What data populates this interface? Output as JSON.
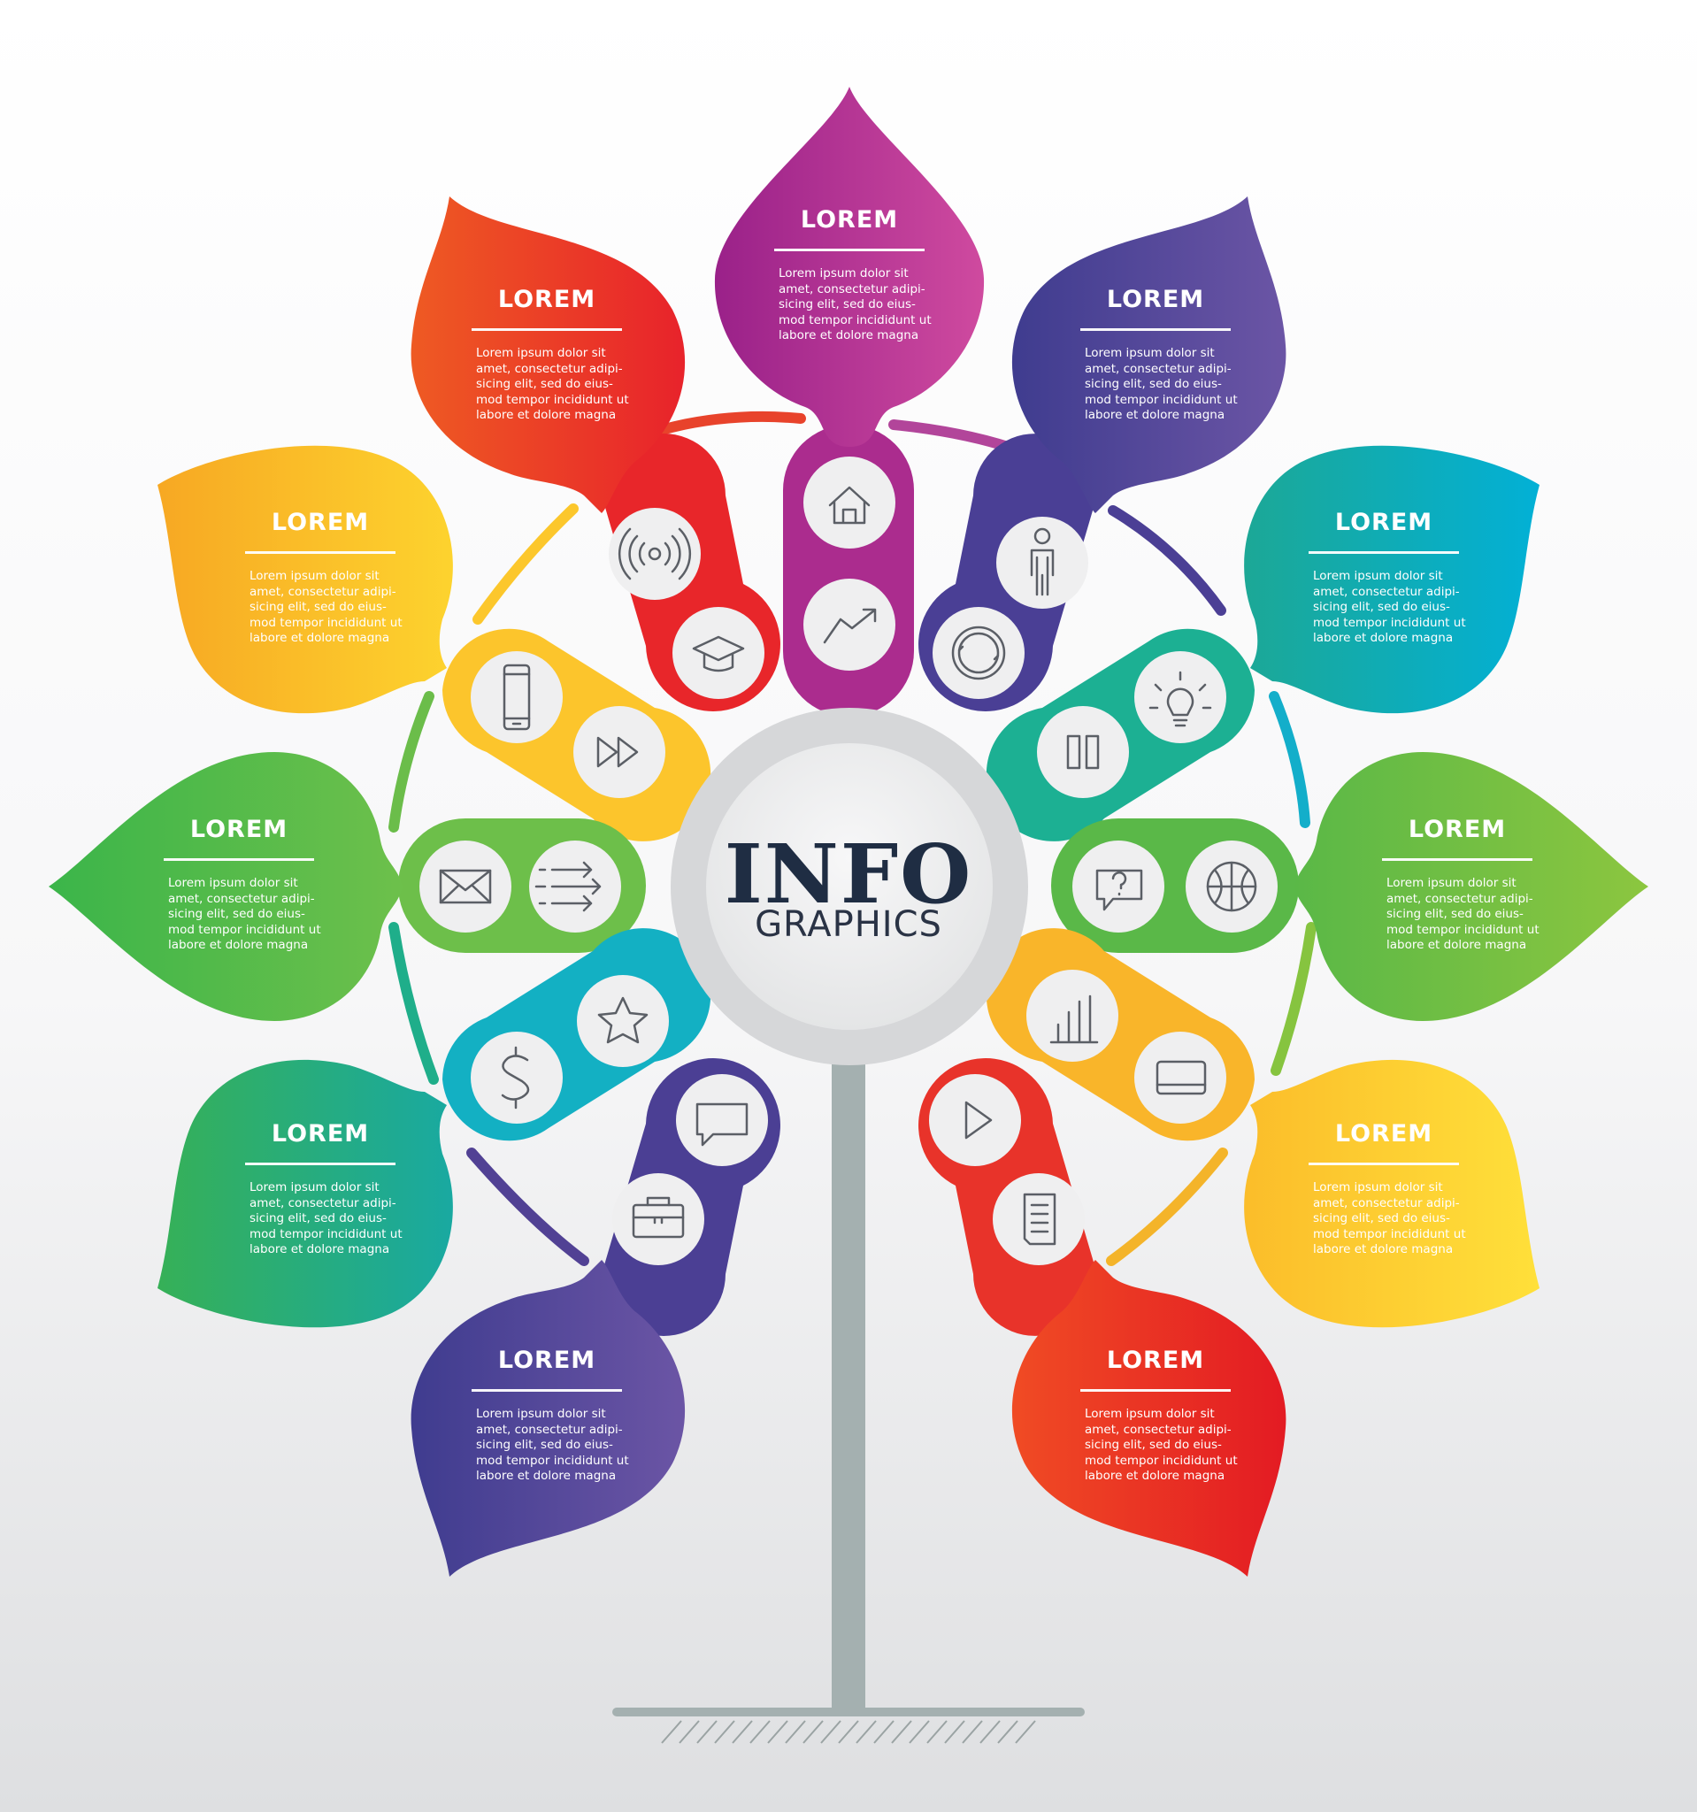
{
  "center": {
    "title": "INFO",
    "subtitle": "GRAPHICS"
  },
  "leaves": [
    {
      "id": "top-center",
      "title": "LOREM",
      "lines": [
        "Lorem ipsum dolor sit",
        "amet, consectetur adipi-",
        "sicing elit, sed do eius-",
        "mod tempor incididunt ut",
        "labore et dolore magna"
      ],
      "color_from": "#9a2189",
      "color_to": "#cf4a9f"
    },
    {
      "id": "upper-left",
      "title": "LOREM",
      "lines": [
        "Lorem ipsum dolor sit",
        "amet, consectetur adipi-",
        "sicing elit, sed do eius-",
        "mod tempor incididunt ut",
        "labore et dolore magna"
      ],
      "color_from": "#ee5a23",
      "color_to": "#e8232b"
    },
    {
      "id": "upper-right",
      "title": "LOREM",
      "lines": [
        "Lorem ipsum dolor sit",
        "amet, consectetur adipi-",
        "sicing elit, sed do eius-",
        "mod tempor incididunt ut",
        "labore et dolore magna"
      ],
      "color_from": "#3f3c8f",
      "color_to": "#6b55a5"
    },
    {
      "id": "mid-left",
      "title": "LOREM",
      "lines": [
        "Lorem ipsum dolor sit",
        "amet, consectetur adipi-",
        "sicing elit, sed do eius-",
        "mod tempor incididunt ut",
        "labore et dolore magna"
      ],
      "color_from": "#f7a823",
      "color_to": "#fdd32e"
    },
    {
      "id": "mid-right",
      "title": "LOREM",
      "lines": [
        "Lorem ipsum dolor sit",
        "amet, consectetur adipi-",
        "sicing elit, sed do eius-",
        "mod tempor incididunt ut",
        "labore et dolore magna"
      ],
      "color_from": "#1ca896",
      "color_to": "#02b0d6"
    },
    {
      "id": "center-left",
      "title": "LOREM",
      "lines": [
        "Lorem ipsum dolor sit",
        "amet, consectetur adipi-",
        "sicing elit, sed do eius-",
        "mod tempor incididunt ut",
        "labore et dolore magna"
      ],
      "color_from": "#3bb54a",
      "color_to": "#6dc04b"
    },
    {
      "id": "center-right",
      "title": "LOREM",
      "lines": [
        "Lorem ipsum dolor sit",
        "amet, consectetur adipi-",
        "sicing elit, sed do eius-",
        "mod tempor incididunt ut",
        "labore et dolore magna"
      ],
      "color_from": "#5ab847",
      "color_to": "#8cc63f"
    },
    {
      "id": "low-left",
      "title": "LOREM",
      "lines": [
        "Lorem ipsum dolor sit",
        "amet, consectetur adipi-",
        "sicing elit, sed do eius-",
        "mod tempor incididunt ut",
        "labore et dolore magna"
      ],
      "color_from": "#36b057",
      "color_to": "#19a9a1"
    },
    {
      "id": "low-right",
      "title": "LOREM",
      "lines": [
        "Lorem ipsum dolor sit",
        "amet, consectetur adipi-",
        "sicing elit, sed do eius-",
        "mod tempor incididunt ut",
        "labore et dolore magna"
      ],
      "color_from": "#fbbd2a",
      "color_to": "#ffe03a"
    },
    {
      "id": "bottom-left",
      "title": "LOREM",
      "lines": [
        "Lorem ipsum dolor sit",
        "amet, consectetur adipi-",
        "sicing elit, sed do eius-",
        "mod tempor incididunt ut",
        "labore et dolore magna"
      ],
      "color_from": "#3f3c8f",
      "color_to": "#6b55a5"
    },
    {
      "id": "bottom-right",
      "title": "LOREM",
      "lines": [
        "Lorem ipsum dolor sit",
        "amet, consectetur adipi-",
        "sicing elit, sed do eius-",
        "mod tempor incididunt ut",
        "labore et dolore magna"
      ],
      "color_from": "#f04b24",
      "color_to": "#e31b23"
    }
  ],
  "icons": [
    "home-icon",
    "trend-arrow-icon",
    "signal-icon",
    "graduation-cap-icon",
    "person-icon",
    "refresh-circle-icon",
    "smartphone-icon",
    "fast-forward-icon",
    "lightbulb-icon",
    "pause-icon",
    "envelope-icon",
    "arrows-icon",
    "question-chat-icon",
    "basketball-icon",
    "dollar-icon",
    "star-icon",
    "bar-chart-icon",
    "card-icon",
    "chat-bubble-icon",
    "briefcase-icon",
    "play-icon",
    "document-icon"
  ],
  "colors": {
    "background": "#f4f4f5",
    "stem": "#a4b0b0",
    "center_ring": "#d6d7d9",
    "center_disc": "#eeeeef",
    "title": "#1f2d43",
    "icon_disc": "#efeff0",
    "icon_stroke": "#5b5f66"
  }
}
